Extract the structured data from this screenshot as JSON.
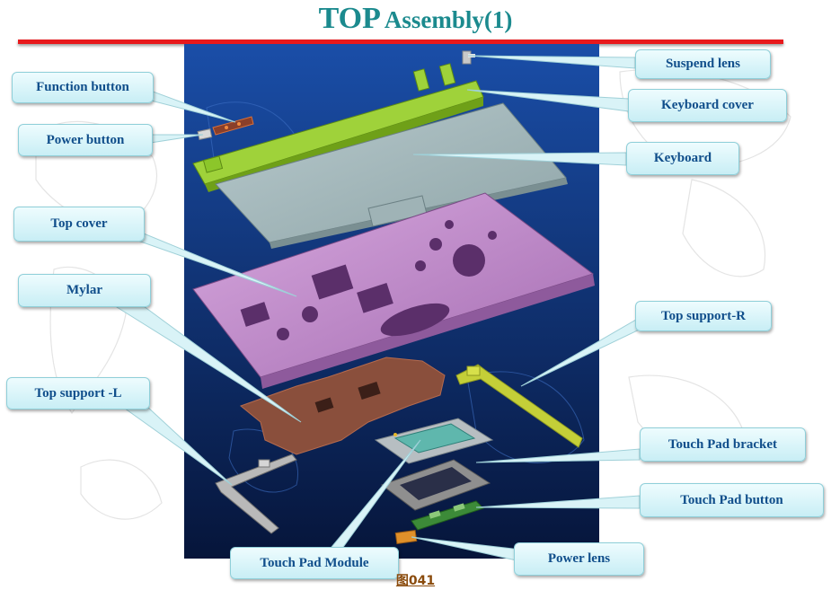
{
  "title": {
    "main": "TOP",
    "rest": "Assembly(1)"
  },
  "figure_caption": "图041",
  "colors": {
    "title": "#1b8a8e",
    "rule": "#e8191c",
    "label_text": "#104e8b",
    "background_top": "#1a4ea8",
    "background_bottom": "#06153a"
  },
  "labels": {
    "suspend_lens": "Suspend lens",
    "keyboard_cover": "Keyboard cover",
    "keyboard": "Keyboard",
    "function_button": "Function button",
    "power_button": "Power button",
    "top_cover": "Top cover",
    "mylar": "Mylar",
    "top_support_r": "Top support-R",
    "top_support_l": "Top support -L",
    "touch_pad_bracket": "Touch Pad bracket",
    "touch_pad_button": "Touch Pad button",
    "touch_pad_module": "Touch Pad Module",
    "power_lens": "Power lens"
  }
}
